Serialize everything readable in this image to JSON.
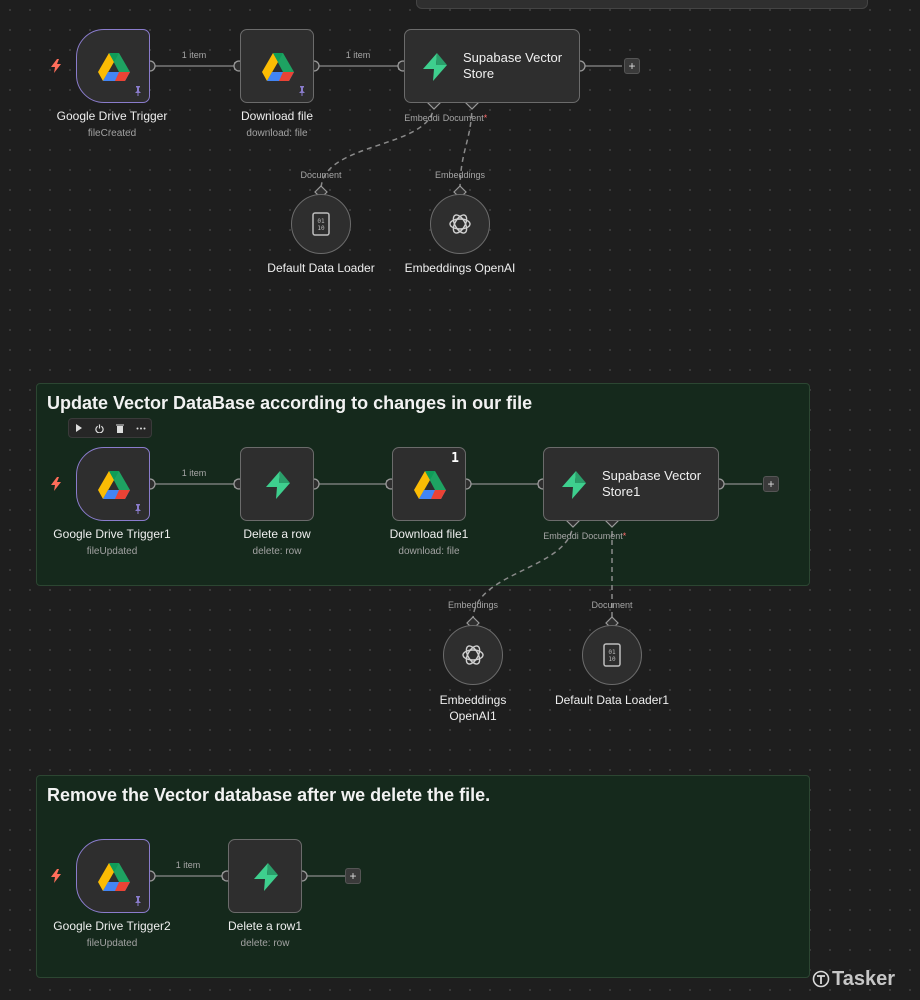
{
  "groups": [
    {
      "title": "Update Vector DataBase according to changes in our file"
    },
    {
      "title": "Remove the Vector database after we delete the file."
    }
  ],
  "nodes": {
    "gdt": {
      "title": "Google Drive Trigger",
      "subtitle": "fileCreated"
    },
    "dl": {
      "title": "Download file",
      "subtitle": "download: file"
    },
    "svs": {
      "title": "Supabase Vector Store"
    },
    "ddl": {
      "title": "Default Data Loader"
    },
    "eoa": {
      "title": "Embeddings OpenAI"
    },
    "gdt1": {
      "title": "Google Drive Trigger1",
      "subtitle": "fileUpdated"
    },
    "dar": {
      "title": "Delete a row",
      "subtitle": "delete: row"
    },
    "dl1": {
      "title": "Download file1",
      "subtitle": "download: file",
      "badge": "1"
    },
    "svs1": {
      "title": "Supabase Vector Store1"
    },
    "eoa1": {
      "title": "Embeddings OpenAI1"
    },
    "ddl1": {
      "title": "Default Data Loader1"
    },
    "gdt2": {
      "title": "Google Drive Trigger2",
      "subtitle": "fileUpdated"
    },
    "dar1": {
      "title": "Delete a row1",
      "subtitle": "delete: row"
    }
  },
  "edges": {
    "items1": "1 item",
    "items2": "1 item",
    "items3": "1 item",
    "items4": "1 item"
  },
  "ports": {
    "embeddi": "Embeddi",
    "document": "Document",
    "document_req": "*",
    "embeddings": "Embeddings"
  },
  "plus": "+",
  "watermark": "Tasker",
  "icons": [
    "google-drive-icon",
    "supabase-icon",
    "openai-icon",
    "data-loader-icon",
    "lightning-icon",
    "pin-icon",
    "play-icon",
    "power-icon",
    "trash-icon",
    "more-icon"
  ],
  "colors": {
    "trigger_border": "#8a7ccc",
    "group_bg": "#15291c",
    "supabase": "#3ecf8e",
    "bolt": "#ff6d5a"
  }
}
